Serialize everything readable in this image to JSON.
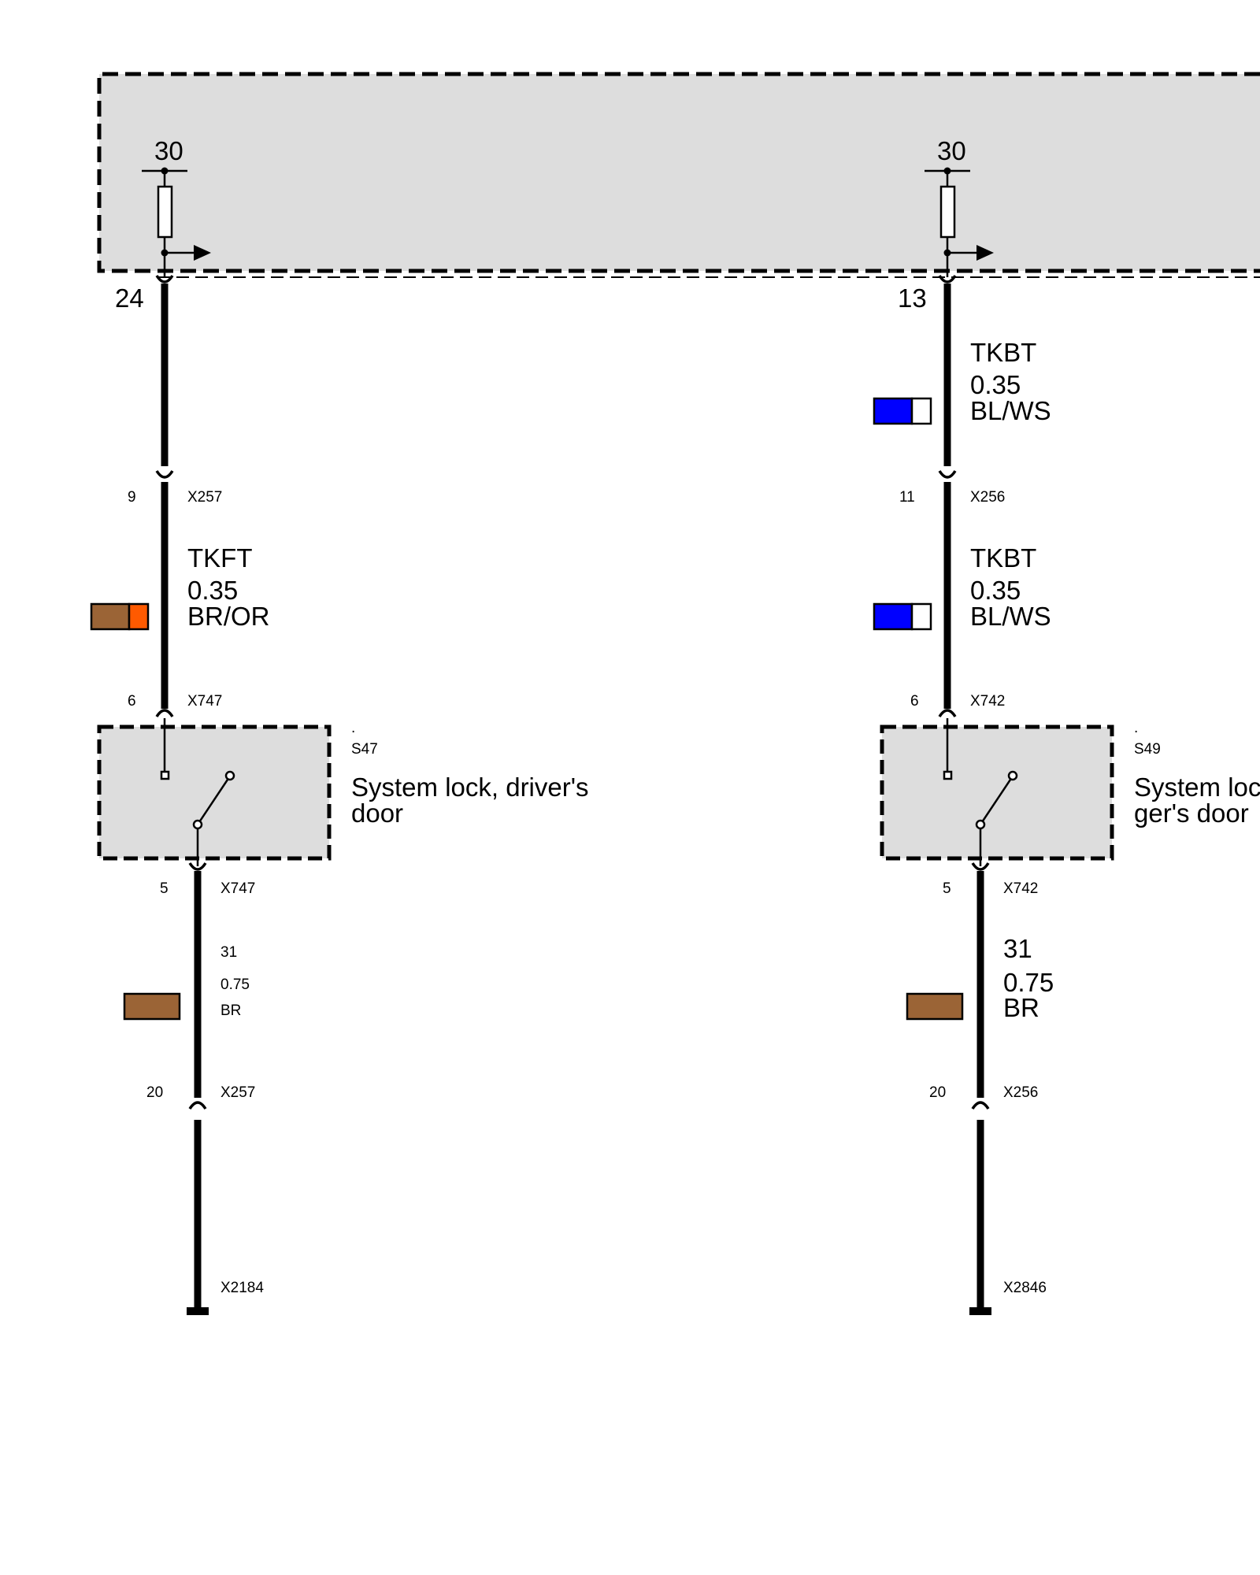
{
  "colors": {
    "module_fill": "#dddddd",
    "wire": "#000000",
    "brown": "#9b6436",
    "orange": "#ff5a00",
    "blue": "#0000ff",
    "white": "#ffffff"
  },
  "left": {
    "terminal_label": "30",
    "module_pin": "24",
    "connector_a_pin": "9",
    "connector_a_name": "X257",
    "wire_mid": {
      "code": "TKFT",
      "size": "0.35",
      "color": "BR/OR"
    },
    "connector_b_pin": "6",
    "connector_b_name": "X747",
    "switch_dot": ".",
    "switch_id": "S47",
    "switch_name_line1": "System lock, driver's",
    "switch_name_line2": "door",
    "connector_c_pin": "5",
    "connector_c_name": "X747",
    "wire_ground": {
      "code": "31",
      "size": "0.75",
      "color": "BR"
    },
    "connector_d_pin": "20",
    "connector_d_name": "X257",
    "ground_name": "X2184"
  },
  "right": {
    "terminal_label": "30",
    "module_pin": "13",
    "wire_top": {
      "code": "TKBT",
      "size": "0.35",
      "color": "BL/WS"
    },
    "connector_a_pin": "11",
    "connector_a_name": "X256",
    "wire_mid": {
      "code": "TKBT",
      "size": "0.35",
      "color": "BL/WS"
    },
    "connector_b_pin": "6",
    "connector_b_name": "X742",
    "switch_dot": ".",
    "switch_id": "S49",
    "switch_name_line1": "System lock",
    "switch_name_line2": "ger's door",
    "connector_c_pin": "5",
    "connector_c_name": "X742",
    "wire_ground": {
      "code": "31",
      "size": "0.75",
      "color": "BR"
    },
    "connector_d_pin": "20",
    "connector_d_name": "X256",
    "ground_name": "X2846"
  }
}
